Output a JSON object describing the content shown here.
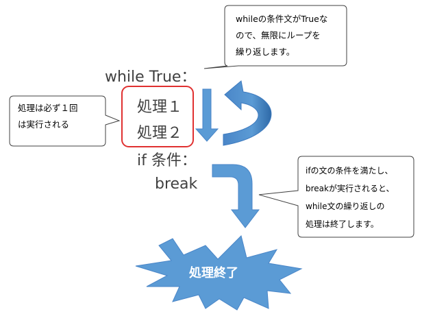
{
  "code": {
    "line1": "while True：",
    "line2": "処理１",
    "line3": "処理２",
    "line4": "if 条件：",
    "line5": "break"
  },
  "callouts": {
    "top": [
      "whileの条件文がTrueな",
      "ので、無限にループを",
      "繰り返します。"
    ],
    "left": [
      "処理は必ず１回",
      "は実行される"
    ],
    "right": [
      "ifの文の条件を満たし、",
      "breakが実行されると、",
      "while文の繰り返しの",
      "処理は終了します。"
    ]
  },
  "burst": {
    "label": "処理終了"
  },
  "colors": {
    "arrow_blue": "#5b9bd5",
    "arrow_dark": "#2e6da4",
    "highlight_border": "#e03030",
    "text": "#404040"
  }
}
